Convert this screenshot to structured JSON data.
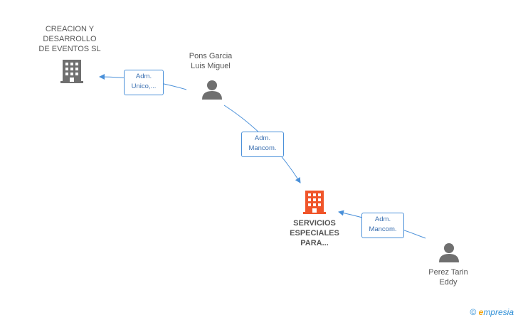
{
  "nodes": {
    "creacion": {
      "label": "CREACION Y\nDESARROLLO\nDE EVENTOS SL",
      "type": "company"
    },
    "pons": {
      "label": "Pons Garcia\nLuis Miguel",
      "type": "person"
    },
    "servicios": {
      "label": "SERVICIOS\nESPECIALES\nPARA...",
      "type": "company-highlight"
    },
    "perez": {
      "label": "Perez Tarin\nEddy",
      "type": "person"
    }
  },
  "edges": {
    "pons_creacion": {
      "label": "Adm.\nUnico,..."
    },
    "pons_servicios": {
      "label": "Adm.\nMancom."
    },
    "perez_servicios": {
      "label": "Adm.\nMancom."
    }
  },
  "colors": {
    "edge": "#4a90d9",
    "company_icon": "#6f6f6f",
    "company_highlight_icon": "#f0552a",
    "person_icon": "#6f6f6f"
  },
  "watermark": {
    "copyright": "©",
    "brand_e": "e",
    "brand_rest": "mpresia"
  }
}
